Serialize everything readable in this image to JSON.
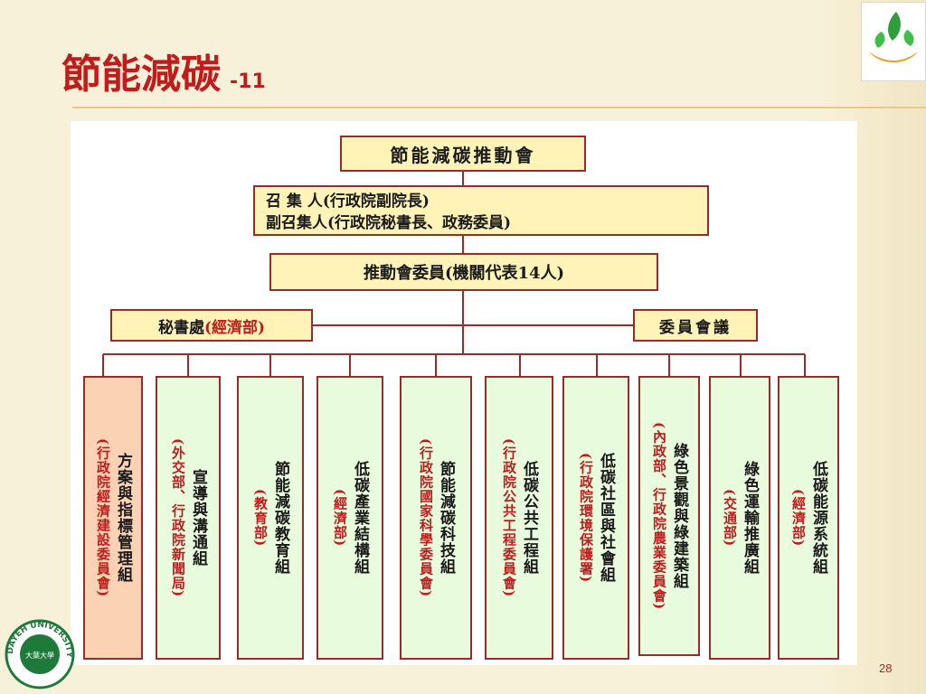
{
  "slide": {
    "title": "節能減碳",
    "subtitle": "-11",
    "page_number": "28"
  },
  "org": {
    "top": "節能減碳推動會",
    "convener": "召 集 人(行政院副院長)",
    "deputy": "副召集人(行政院秘書長、政務委員)",
    "members": "推動會委員(機關代表14人)",
    "secretariat_label": "秘書處",
    "secretariat_agency": "(經濟部)",
    "committee": "委員會議",
    "groups": [
      {
        "name": "方案與指標管理組",
        "agency": "(行政院經濟建設委員會)"
      },
      {
        "name": "宣導與溝通組",
        "agency": "(外交部、行政院新聞局)"
      },
      {
        "name": "節能減碳教育組",
        "agency": "(教育部)"
      },
      {
        "name": "低碳產業結構組",
        "agency": "(經濟部)"
      },
      {
        "name": "節能減碳科技組",
        "agency": "(行政院國家科學委員會)"
      },
      {
        "name": "低碳公共工程組",
        "agency": "(行政院公共工程委員會)"
      },
      {
        "name": "低碳社區與社會組",
        "agency": "(行政院環境保護署)"
      },
      {
        "name": "綠色景觀與綠建築組",
        "agency": "(內政部、行政院農業委員會)"
      },
      {
        "name": "綠色運輸推廣組",
        "agency": "(交通部)"
      },
      {
        "name": "低碳能源系統組",
        "agency": "(經濟部)"
      }
    ]
  },
  "logos": {
    "top_right": "leaf-hands-icon",
    "bottom_left": "university-seal-icon",
    "seal_chars": "大葉大學",
    "seal_ring": "DAYEH UNIVERSITY"
  },
  "colors": {
    "title": "#c01c1c",
    "box_fill": "#fff3b8",
    "group_fill": "#e8fbdc",
    "first_group_fill": "#fbd3b4",
    "border": "#9a2b2b"
  }
}
